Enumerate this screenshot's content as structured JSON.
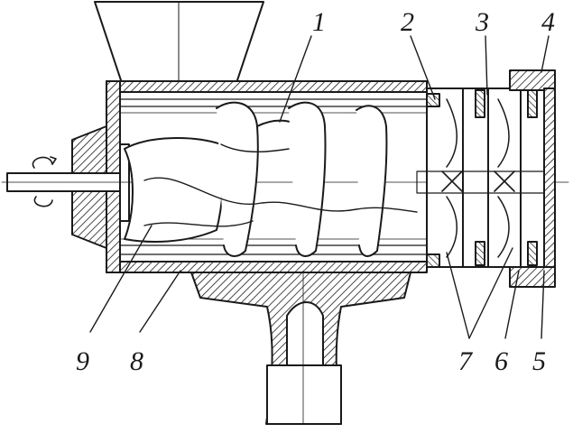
{
  "diagram": {
    "callouts": [
      {
        "id": "c1",
        "label": "1"
      },
      {
        "id": "c2",
        "label": "2"
      },
      {
        "id": "c3",
        "label": "3"
      },
      {
        "id": "c4",
        "label": "4"
      },
      {
        "id": "c5",
        "label": "5"
      },
      {
        "id": "c6",
        "label": "6"
      },
      {
        "id": "c7",
        "label": "7"
      },
      {
        "id": "c8",
        "label": "8"
      },
      {
        "id": "c9",
        "label": "9"
      }
    ],
    "colors": {
      "ink": "#1a1a1a",
      "paper": "#ffffff",
      "hatch": "#1a1a1a"
    }
  }
}
